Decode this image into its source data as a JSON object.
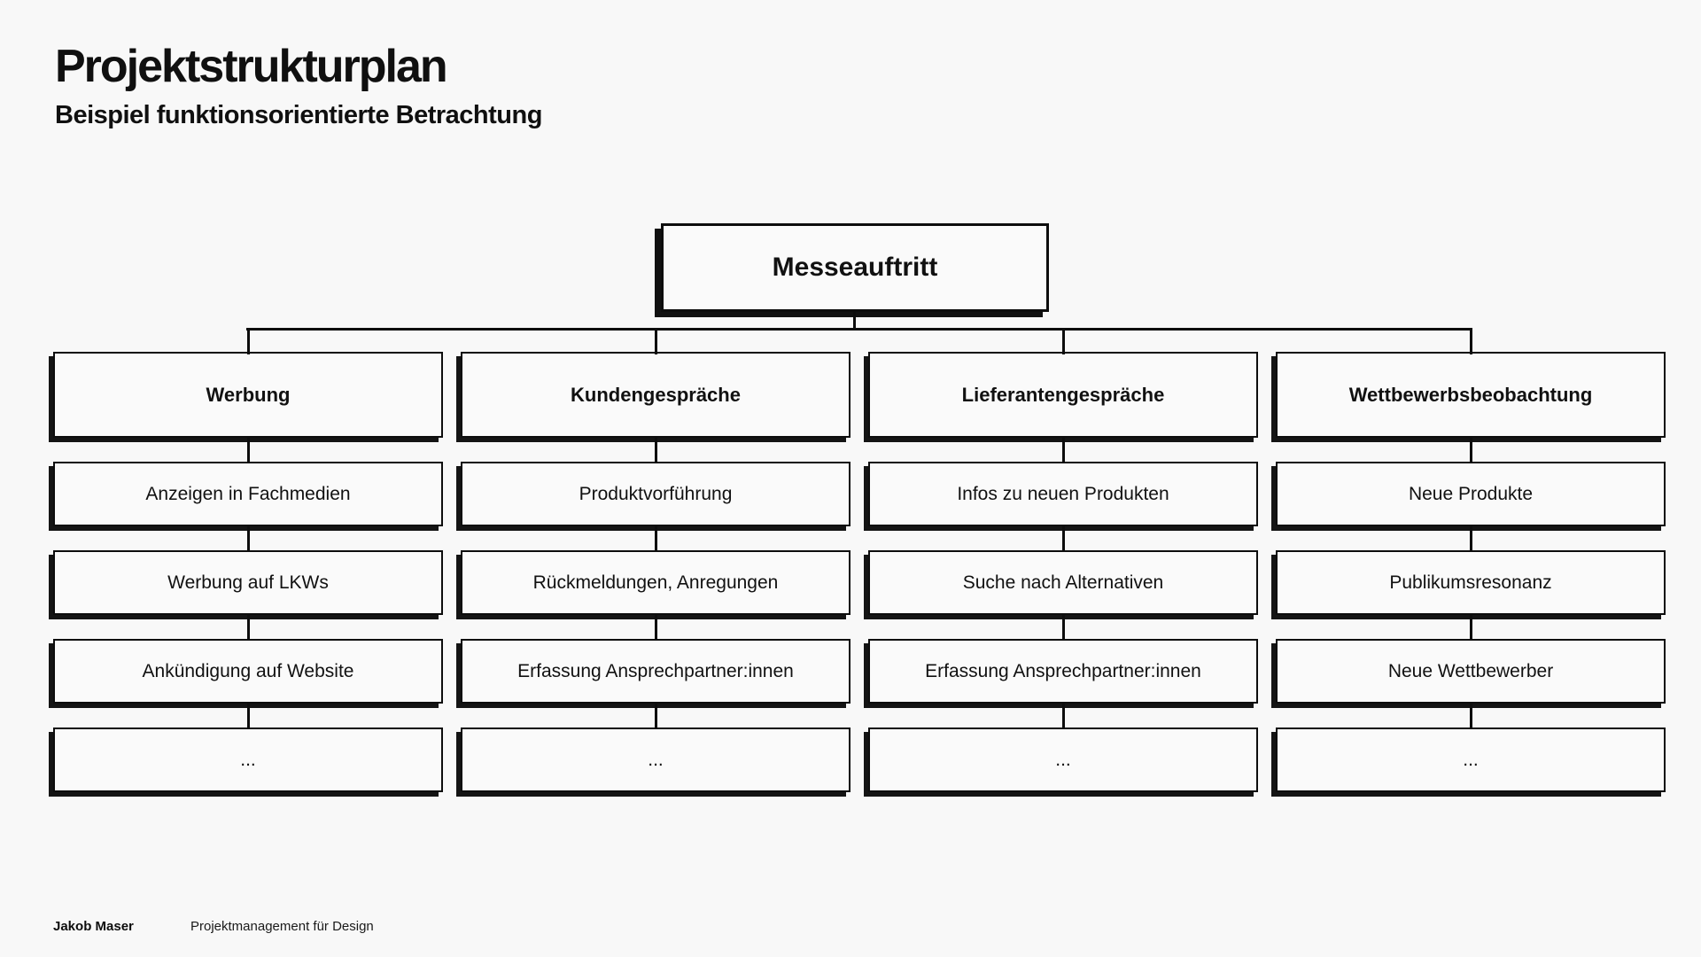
{
  "header": {
    "title": "Projektstrukturplan",
    "subtitle": "Beispiel funktionsorientierte Betrachtung"
  },
  "tree": {
    "root": "Messeauftritt",
    "columns": [
      {
        "title": "Werbung",
        "items": [
          "Anzeigen in Fachmedien",
          "Werbung auf LKWs",
          "Ankündigung auf Website",
          "..."
        ]
      },
      {
        "title": "Kundengespräche",
        "items": [
          "Produktvorführung",
          "Rückmeldungen, Anregungen",
          "Erfassung Ansprechpartner:innen",
          "..."
        ]
      },
      {
        "title": "Lieferantengespräche",
        "items": [
          "Infos zu neuen Produkten",
          "Suche nach Alternativen",
          "Erfassung Ansprechpartner:innen",
          "..."
        ]
      },
      {
        "title": "Wettbewerbsbeobachtung",
        "items": [
          "Neue Produkte",
          "Publikumsresonanz",
          "Neue Wettbewerber",
          "..."
        ]
      }
    ]
  },
  "footer": {
    "author": "Jakob Maser",
    "course": "Projektmanagement für Design"
  },
  "colors": {
    "page_background": "#f8f8f8",
    "box_fill": "#fafafa",
    "box_border": "#0d0d0d",
    "box_shadow": "#141414",
    "connector_line": "#0d0d0d",
    "text": "#101010"
  }
}
